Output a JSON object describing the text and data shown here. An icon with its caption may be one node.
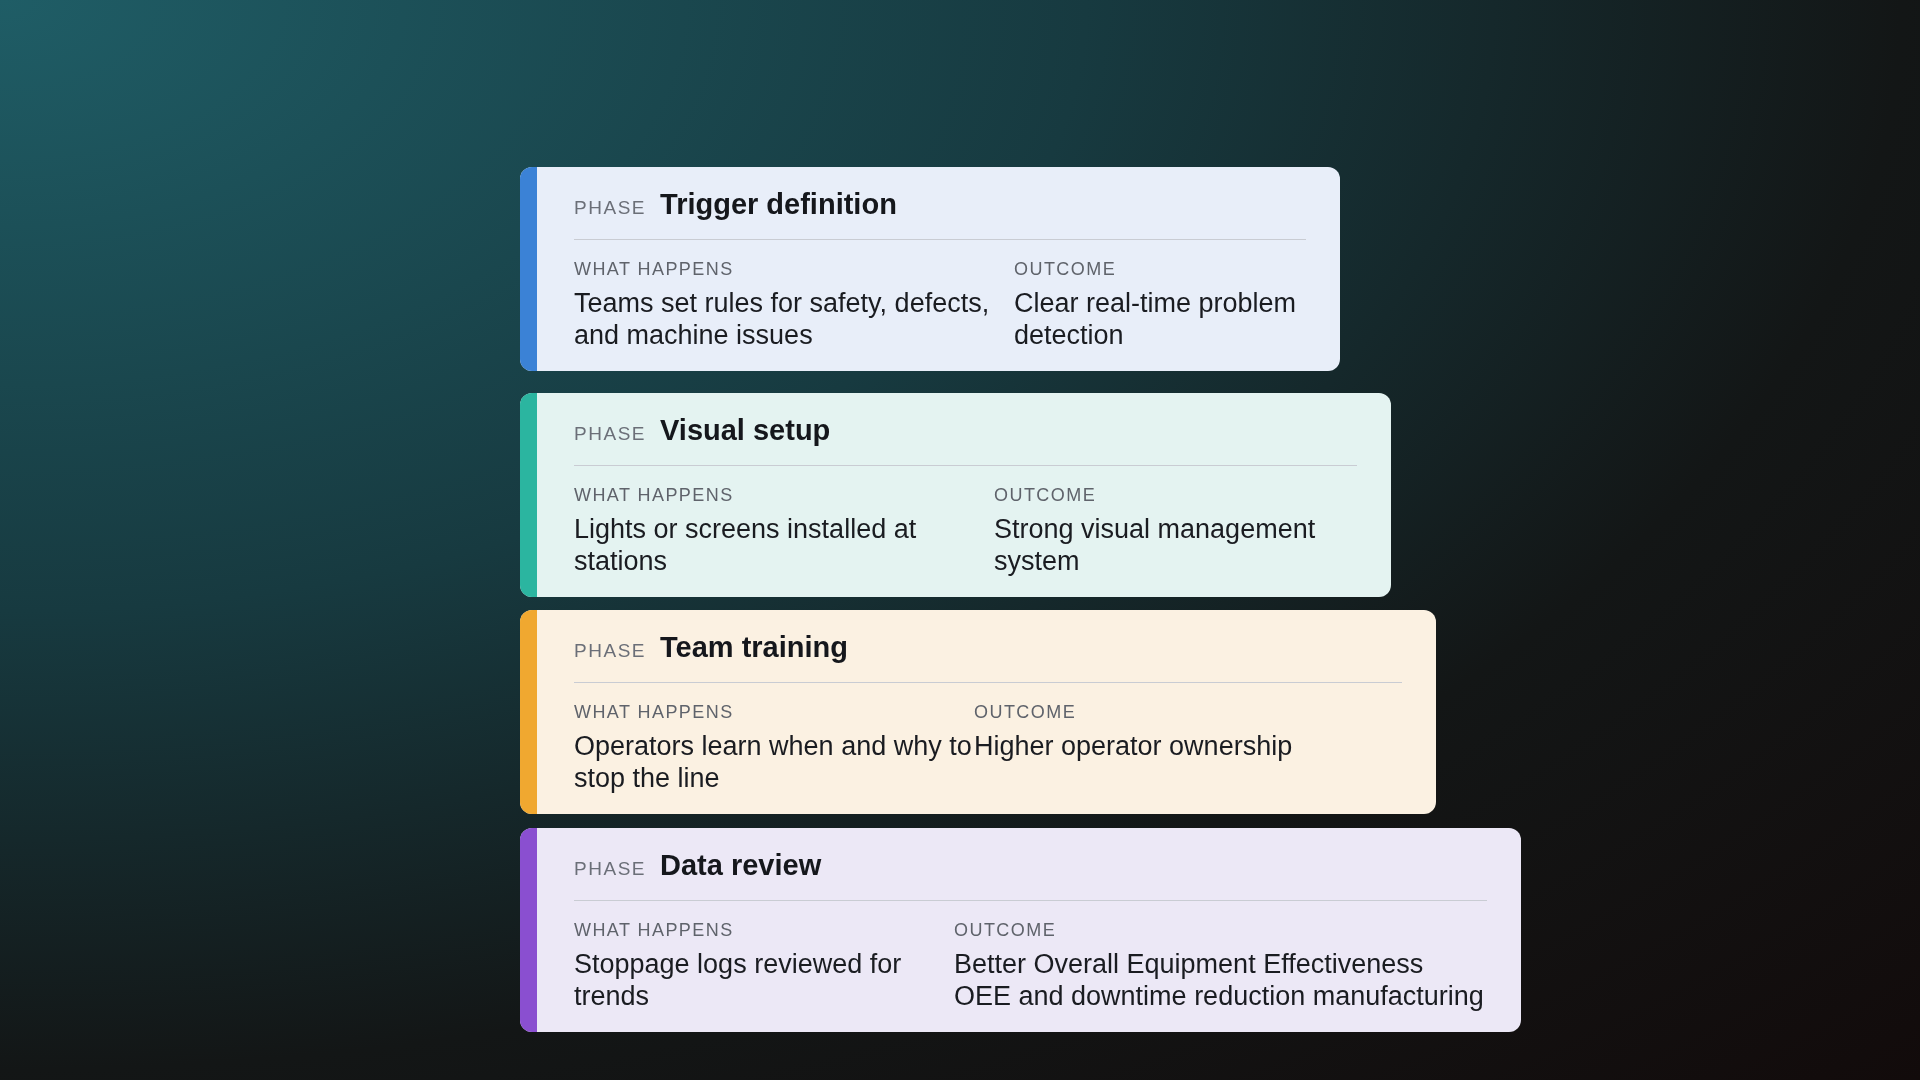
{
  "diagram": {
    "nodes": [
      {
        "text": [
          "PHASE",
          "Trigger definition",
          "WHAT HAPPENS",
          "Teams set rules for safety, defects, and machine issues",
          "OUTCOME",
          "Clear real-time problem detection"
        ]
      },
      {
        "text": [
          "PHASE",
          "Visual setup",
          "WHAT HAPPENS",
          "Lights or screens installed at stations",
          "OUTCOME",
          "Strong visual management system"
        ]
      },
      {
        "text": [
          "PHASE",
          "Team training",
          "WHAT HAPPENS",
          "Operators learn when and why to stop the line",
          "OUTCOME",
          "Higher operator ownership"
        ]
      },
      {
        "text": [
          "PHASE",
          "Data review",
          "WHAT HAPPENS",
          "Stoppage logs reviewed for trends",
          "OUTCOME",
          "Better Overall Equipment Effectiveness OEE and downtime reduction manufacturing"
        ]
      }
    ]
  }
}
